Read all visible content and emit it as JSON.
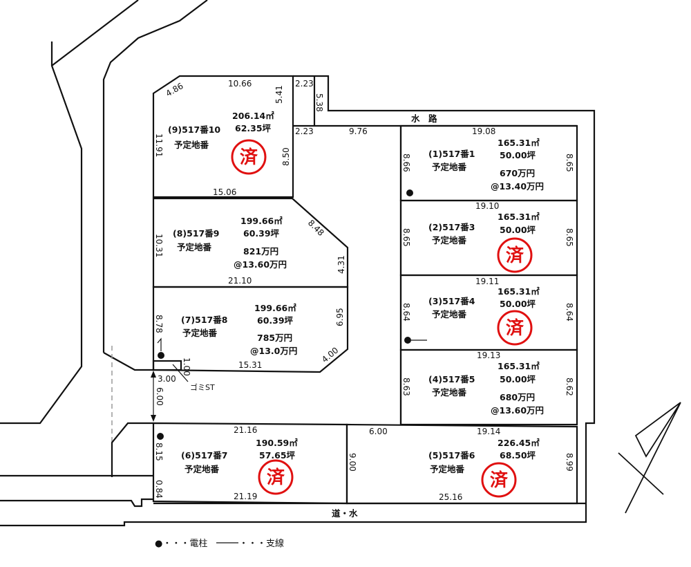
{
  "roads": {
    "waterway": "水　路",
    "road_bottom": "道・水"
  },
  "lots": [
    {
      "id": "1",
      "label": "(1)517番1",
      "sub": "予定地番",
      "area_m2": "165.31㎡",
      "area_tsubo": "50.00坪",
      "price": "670万円",
      "unit_price": "@13.40万円",
      "sold": false,
      "dims": [
        "19.08",
        "8.66",
        "8.65"
      ]
    },
    {
      "id": "2",
      "label": "(2)517番3",
      "sub": "予定地番",
      "area_m2": "165.31㎡",
      "area_tsubo": "50.00坪",
      "sold": true,
      "dims": [
        "19.10",
        "8.65",
        "8.65"
      ]
    },
    {
      "id": "3",
      "label": "(3)517番4",
      "sub": "予定地番",
      "area_m2": "165.31㎡",
      "area_tsubo": "50.00坪",
      "sold": true,
      "dims": [
        "19.11",
        "8.64",
        "8.64"
      ]
    },
    {
      "id": "4",
      "label": "(4)517番5",
      "sub": "予定地番",
      "area_m2": "165.31㎡",
      "area_tsubo": "50.00坪",
      "price": "680万円",
      "unit_price": "@13.60万円",
      "sold": false,
      "dims": [
        "19.13",
        "8.63",
        "8.62"
      ]
    },
    {
      "id": "5",
      "label": "(5)517番6",
      "sub": "予定地番",
      "area_m2": "226.45㎡",
      "area_tsubo": "68.50坪",
      "sold": true,
      "dims": [
        "6.00",
        "19.14",
        "9.00",
        "8.99",
        "25.16"
      ]
    },
    {
      "id": "6",
      "label": "(6)517番7",
      "sub": "予定地番",
      "area_m2": "190.59㎡",
      "area_tsubo": "57.65坪",
      "sold": true,
      "dims": [
        "21.16",
        "8.15",
        "0.84",
        "21.19"
      ]
    },
    {
      "id": "7",
      "label": "(7)517番8",
      "sub": "予定地番",
      "area_m2": "199.66㎡",
      "area_tsubo": "60.39坪",
      "price": "785万円",
      "unit_price": "@13.0万円",
      "sold": false,
      "dims": [
        "8.78",
        "6.95",
        "4.00",
        "15.31",
        "1.00"
      ]
    },
    {
      "id": "8",
      "label": "(8)517番9",
      "sub": "予定地番",
      "area_m2": "199.66㎡",
      "area_tsubo": "60.39坪",
      "price": "821万円",
      "unit_price": "@13.60万円",
      "sold": false,
      "dims": [
        "10.31",
        "8.48",
        "4.31",
        "21.10"
      ]
    },
    {
      "id": "9",
      "label": "(9)517番10",
      "sub": "予定地番",
      "area_m2": "206.14㎡",
      "area_tsubo": "62.35坪",
      "sold": true,
      "dims": [
        "4.86",
        "10.66",
        "5.41",
        "11.91",
        "8.50",
        "15.06"
      ]
    }
  ],
  "other_dims": {
    "strip_top": "2.23",
    "strip_side": "5.38",
    "strip_bottom": "2.23",
    "road_top": "9.76",
    "access_width": "3.00",
    "access_len": "6.00"
  },
  "garbage_station": "ゴミST",
  "sold_mark": "済",
  "legend": {
    "pole": "●・・・電柱",
    "guy_wire": "・・・支線"
  }
}
